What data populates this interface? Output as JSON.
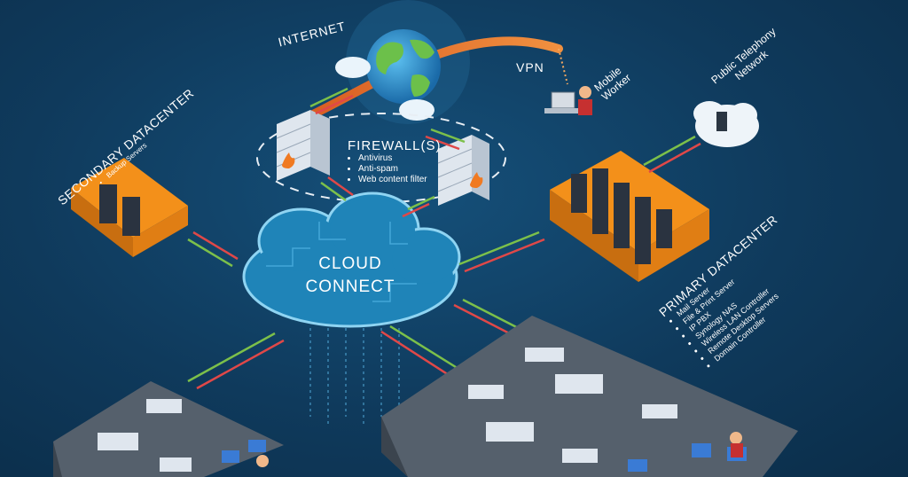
{
  "internet": {
    "label": "INTERNET"
  },
  "vpn": {
    "label": "VPN"
  },
  "mobile_worker": {
    "label": "Mobile Worker"
  },
  "telephony": {
    "label": "Public Telephony Network"
  },
  "firewall": {
    "title": "FIREWALL(S)",
    "items": [
      "Antivirus",
      "Anti-spam",
      "Web content filter"
    ]
  },
  "cloud": {
    "line1": "CLOUD",
    "line2": "CONNECT"
  },
  "secondary_datacenter": {
    "title": "SECONDARY DATACENTER",
    "items": [
      "Backup Servers"
    ]
  },
  "primary_datacenter": {
    "title": "PRIMARY DATACENTER",
    "items": [
      "Mail Server",
      "File & Print Server",
      "IP PBX",
      "Synology NAS",
      "Wireless LAN Controller",
      "Remote Desktop Servers",
      "Domain Controller"
    ]
  },
  "colors": {
    "background": "#0f3a5c",
    "cloud": "#1f84b8",
    "datacenter": "#f59a1e",
    "link_green": "#7cc04a",
    "link_red": "#e04848",
    "vpn_tunnel": "#e8732c"
  }
}
